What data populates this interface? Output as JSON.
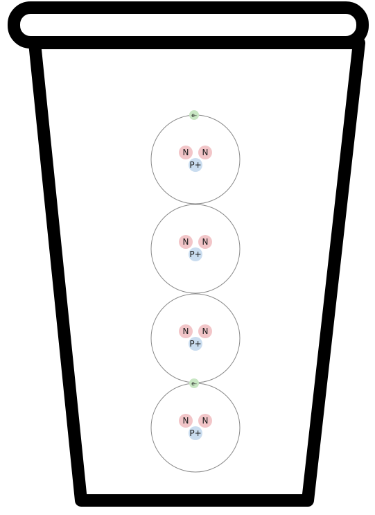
{
  "colors": {
    "cup_outline": "#000000",
    "orbit": "#8a8a8a",
    "neutron": "#f2c5c8",
    "proton": "#c9dcef",
    "electron": "#c8e6c3",
    "label": "#1a1a1a"
  },
  "atoms": [
    {
      "neutrons": [
        "N",
        "N"
      ],
      "proton": "P+",
      "electron": "e-"
    },
    {
      "neutrons": [
        "N",
        "N"
      ],
      "proton": "P+",
      "electron": null
    },
    {
      "neutrons": [
        "N",
        "N"
      ],
      "proton": "P+",
      "electron": null
    },
    {
      "neutrons": [
        "N",
        "N"
      ],
      "proton": "P+",
      "electron": "e-"
    }
  ]
}
